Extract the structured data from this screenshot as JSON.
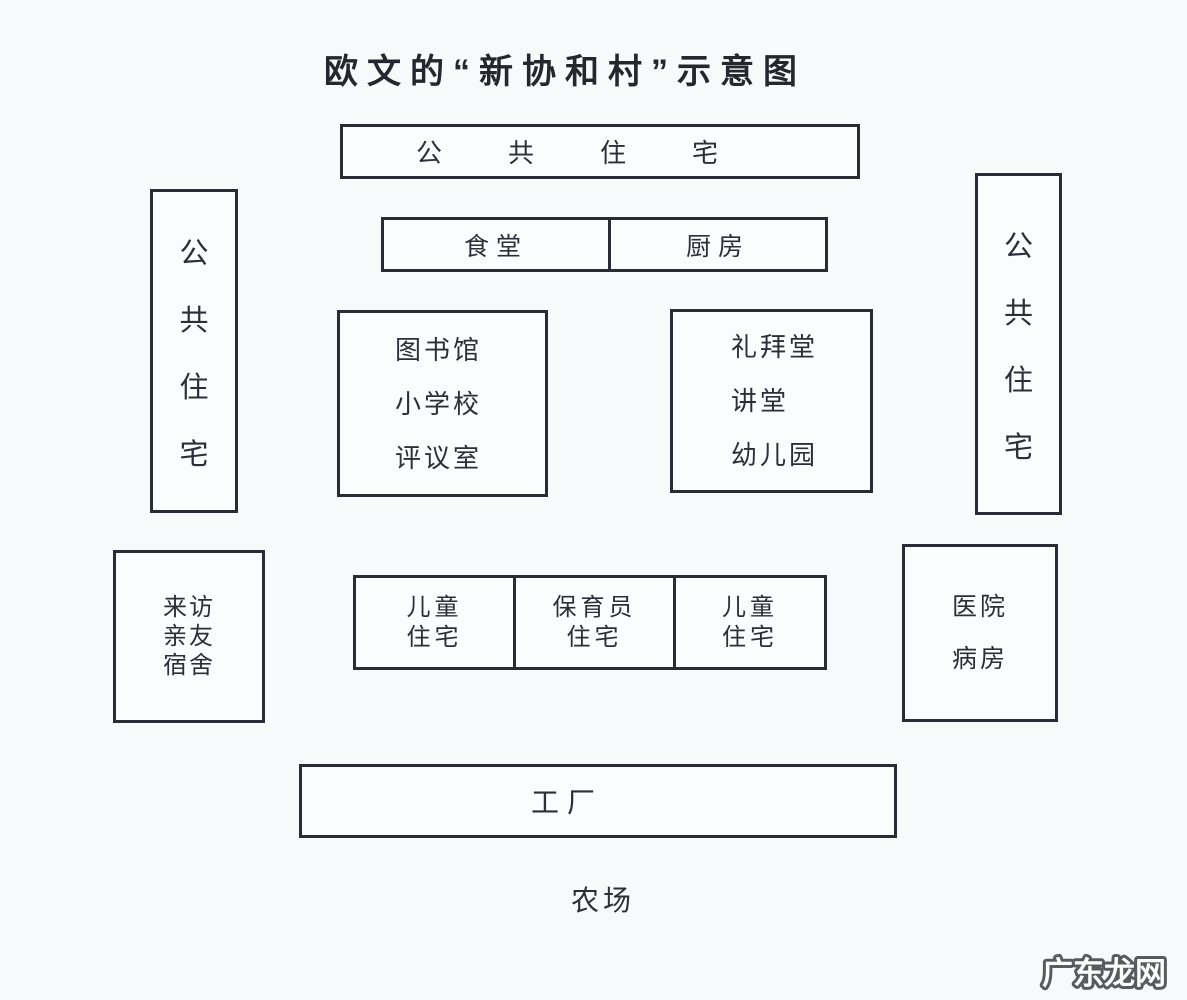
{
  "page": {
    "title": "欧文的“新协和村”示意图",
    "background_color": "#f8f9fb",
    "line_color": "#2b2b33",
    "text_color": "#2e2e38"
  },
  "diagram": {
    "top_box": {
      "label": "公共住宅"
    },
    "canteen_row": {
      "cells": [
        {
          "label": "食堂"
        },
        {
          "label": "厨房"
        }
      ]
    },
    "left_block": {
      "lines": [
        "图书馆",
        "小学校",
        "评议室"
      ]
    },
    "right_block": {
      "lines": [
        "礼拜堂",
        "讲堂",
        "幼儿园"
      ]
    },
    "left_tower": {
      "chars": [
        "公",
        "共",
        "住",
        "宅"
      ]
    },
    "right_tower": {
      "chars": [
        "公",
        "共",
        "住",
        "宅"
      ]
    },
    "visitor_box": {
      "lines": [
        "来访",
        "亲友",
        "宿舍"
      ]
    },
    "children_row": {
      "cells": [
        {
          "lines": [
            "儿童",
            "住宅"
          ]
        },
        {
          "lines": [
            "保育员",
            "住宅"
          ]
        },
        {
          "lines": [
            "儿童",
            "住宅"
          ]
        }
      ]
    },
    "hospital_box": {
      "lines": [
        "医院",
        "病房"
      ]
    },
    "factory_box": {
      "label": "工厂"
    },
    "farm_label": "农场",
    "watermark": "广东龙网"
  }
}
